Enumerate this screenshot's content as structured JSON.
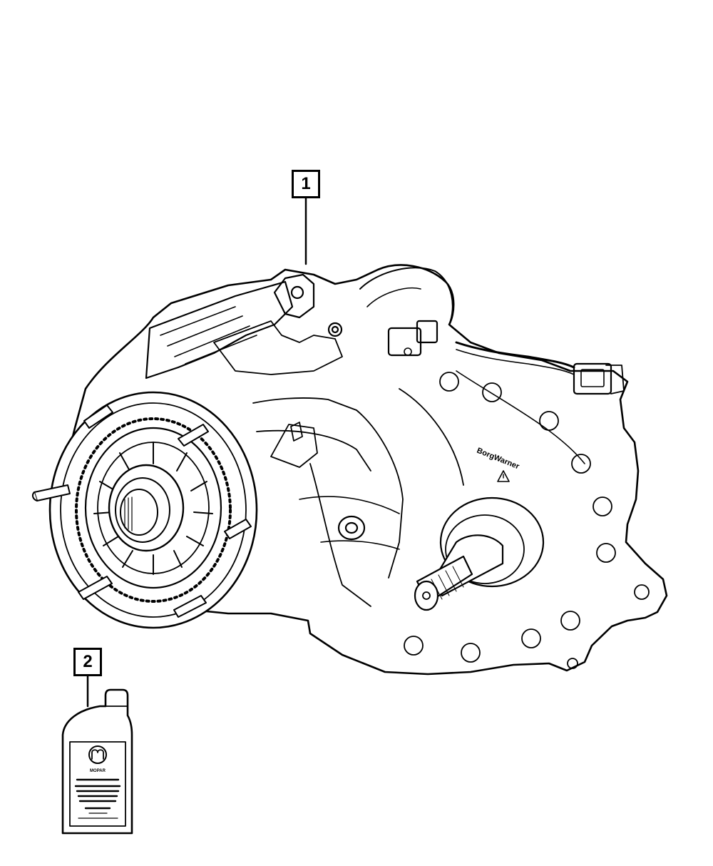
{
  "callouts": [
    {
      "number": "1",
      "part": "transfer-case"
    },
    {
      "number": "2",
      "part": "fluid-bottle"
    }
  ],
  "transfer_case": {
    "brand_label": "BorgWarner"
  },
  "bottle": {
    "brand_label": "MOPAR"
  },
  "colors": {
    "line": "#000000",
    "fill": "#ffffff"
  }
}
